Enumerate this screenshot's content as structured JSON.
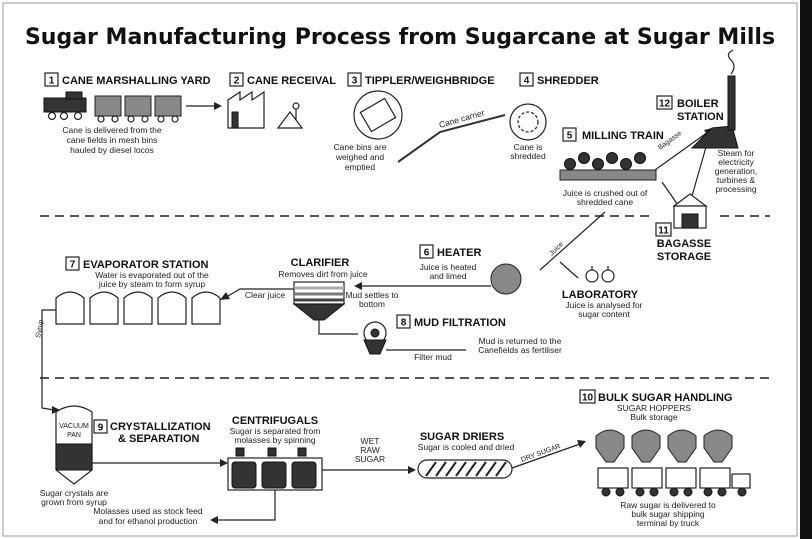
{
  "title": "Sugar Manufacturing Process from Sugarcane at Sugar Mills",
  "stages": {
    "s1": {
      "num": "1",
      "label": "CANE MARSHALLING YARD",
      "desc": [
        "Cane is delivered from the",
        "cane fields in mesh bins",
        "hauled by diesel locos"
      ]
    },
    "s2": {
      "num": "2",
      "label": "CANE RECEIVAL"
    },
    "s3": {
      "num": "3",
      "label": "TIPPLER/WEIGHBRIDGE",
      "desc": [
        "Cane bins are",
        "weighed and",
        "emptied"
      ]
    },
    "s4": {
      "num": "4",
      "label": "SHREDDER",
      "desc": [
        "Cane is",
        "shredded"
      ]
    },
    "s5": {
      "num": "5",
      "label": "MILLING TRAIN",
      "desc": [
        "Juice is crushed out of",
        "shredded cane"
      ]
    },
    "s6": {
      "num": "6",
      "label": "HEATER",
      "desc": [
        "Juice is heated",
        "and limed"
      ]
    },
    "s7": {
      "num": "7",
      "label": "EVAPORATOR STATION",
      "desc": [
        "Water is evaporated out of the",
        "juice by steam to form syrup"
      ]
    },
    "s8": {
      "num": "8",
      "label": "MUD FILTRATION",
      "desc": [
        "Mud is returned to the",
        "Canefields as fertiliser"
      ]
    },
    "s9": {
      "num": "9",
      "label1": "CRYSTALLIZATION",
      "label2": "& SEPARATION",
      "desc": [
        "Sugar crystals are",
        "grown from syrup"
      ]
    },
    "s10": {
      "num": "10",
      "label": "BULK SUGAR HANDLING",
      "sub1": "SUGAR HOPPERS",
      "sub2": "Bulk storage",
      "desc": [
        "Raw sugar is delivered to",
        "bulk sugar shipping",
        "terminal by truck"
      ]
    },
    "s11": {
      "num": "11",
      "label1": "BAGASSE",
      "label2": "STORAGE"
    },
    "s12": {
      "num": "12",
      "label1": "BOILER",
      "label2": "STATION",
      "desc": [
        "Steam for",
        "electricity",
        "generation,",
        "turbines &",
        "processing"
      ]
    }
  },
  "clarifier": {
    "label": "CLARIFIER",
    "desc": "Removes dirt from juice",
    "mud": [
      "Mud settles to",
      "bottom"
    ]
  },
  "laboratory": {
    "label": "LABORATORY",
    "desc": [
      "Juice is analysed for",
      "sugar content"
    ]
  },
  "centrifugals": {
    "label": "CENTRIFUGALS",
    "desc": [
      "Sugar is separated from",
      "molasses by spinning"
    ],
    "molasses": [
      "Molasses used as stock feed",
      "and for ethanol production"
    ]
  },
  "driers": {
    "label": "SUGAR DRIERS",
    "desc": "Sugar is cooled and dried"
  },
  "flows": {
    "cane_carrier": "Cane carrier",
    "bagasse": "Bagasse",
    "juice": "Juice",
    "clear_juice": "Clear juice",
    "filter_mud": "Filter mud",
    "syrup": "Syrup",
    "wet1": "WET",
    "wet2": "RAW",
    "wet3": "SUGAR",
    "dry_sugar": "DRY SUGAR",
    "vacuum1": "VACUUM",
    "vacuum2": "PAN"
  }
}
